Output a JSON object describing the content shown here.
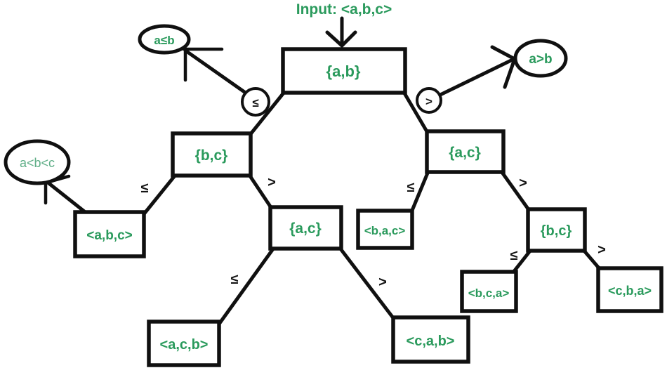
{
  "diagram": {
    "input_label": "Input: <a,b,c>",
    "comparison_nodes": {
      "ab": "{a,b}",
      "bc_left": "{b,c}",
      "ac_mid": "{a,c}",
      "ac_right": "{a,c}",
      "bc_right": "{b,c}"
    },
    "leaf_nodes": {
      "abc": "<a,b,c>",
      "acb": "<a,c,b>",
      "cab": "<c,a,b>",
      "bac": "<b,a,c>",
      "bca": "<b,c,a>",
      "cba": "<c,b,a>"
    },
    "outcome_ovals": {
      "a_le_b": "a≤b",
      "a_gt_b": "a>b",
      "a_lt_b_lt_c": "a<b<c"
    },
    "branch_labels": {
      "le": "≤",
      "gt": ">"
    },
    "colors": {
      "node_text_green": "#2a9a5c",
      "faded_text_green": "#5fae87",
      "line_black": "#101010",
      "background": "#ffffff"
    }
  }
}
